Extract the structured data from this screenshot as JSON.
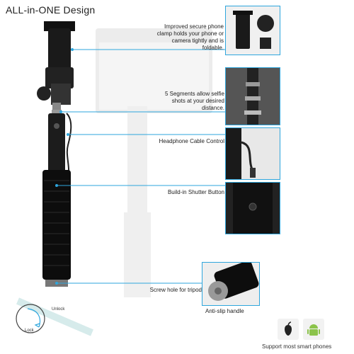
{
  "title": "ALL-in-ONE Design",
  "callouts": {
    "clamp": "Improved secure phone clamp holds your phone or camera tightly and is foldable.",
    "segments": "5 Segments allow selfie shots at your desired distance.",
    "cable": "Headphone Cable Control",
    "shutter": "Build-in Shutter Button",
    "tripod": "Screw hole for tripod",
    "antislip": "Anti-slip handle"
  },
  "lock_diagram": {
    "unlock_label": "Unlock",
    "lock_label": "Lock"
  },
  "support_text": "Support most smart phones",
  "icons": [
    "apple-icon",
    "android-icon"
  ],
  "colors": {
    "accent": "#2ea6dd",
    "handle": "#111111",
    "android": "#8bc34a"
  }
}
